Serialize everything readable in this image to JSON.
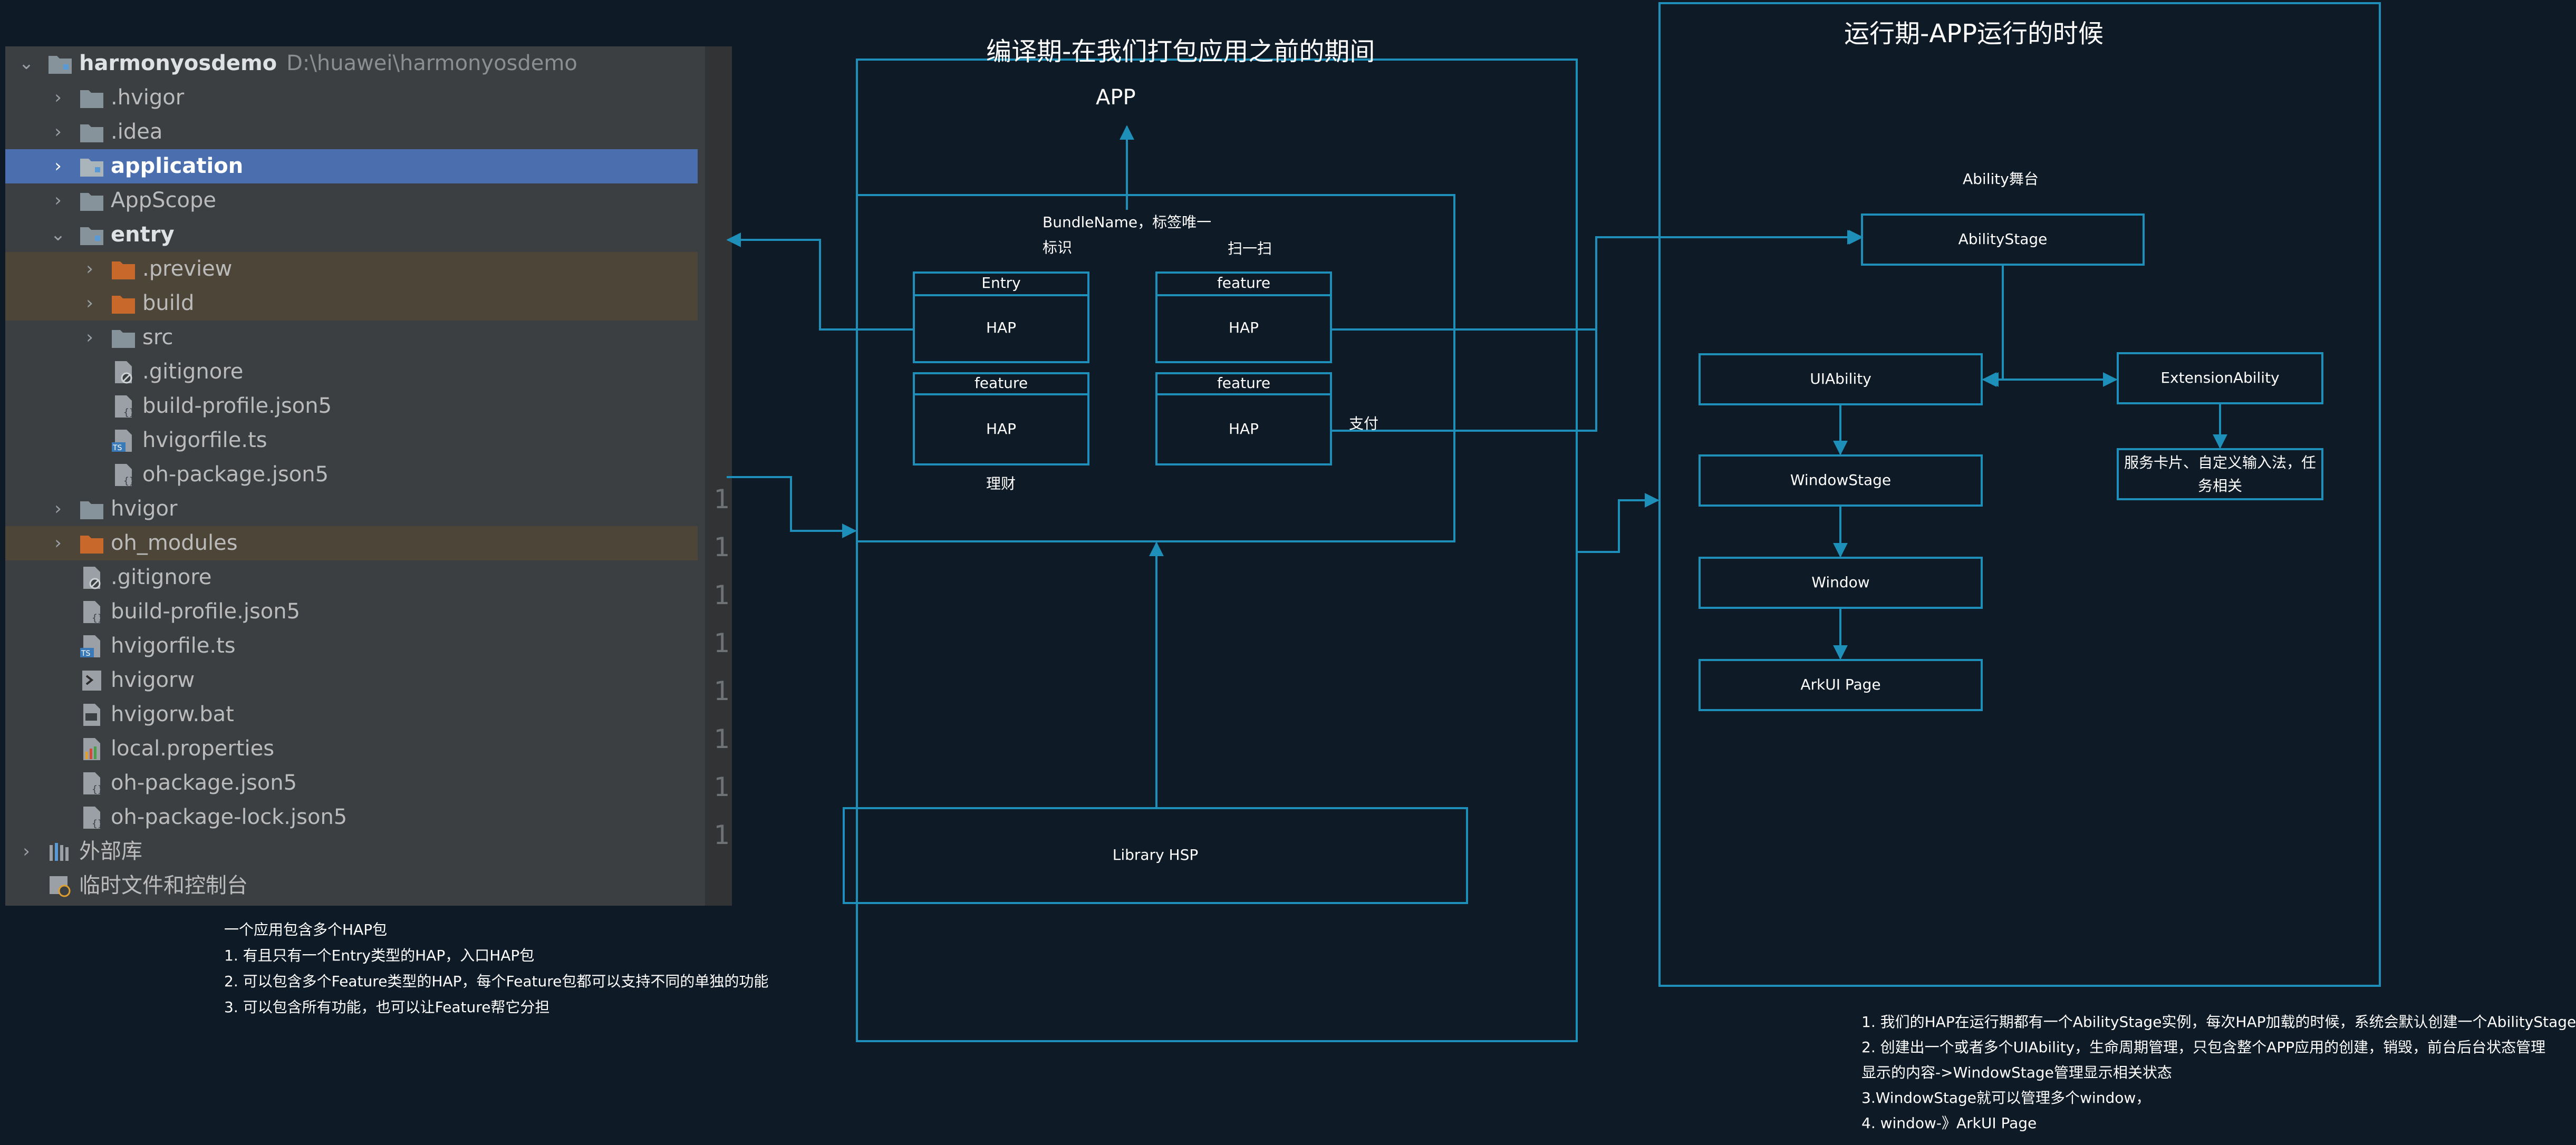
{
  "tree": {
    "root": {
      "name": "harmonyosdemo",
      "path": "D:\\huawei\\harmonyosdemo"
    },
    "items": [
      {
        "label": ".hvigor"
      },
      {
        "label": ".idea"
      },
      {
        "label": "application"
      },
      {
        "label": "AppScope"
      },
      {
        "label": "entry"
      },
      {
        "label": ".preview"
      },
      {
        "label": "build"
      },
      {
        "label": "src"
      },
      {
        "label": ".gitignore"
      },
      {
        "label": "build-profile.json5"
      },
      {
        "label": "hvigorfile.ts"
      },
      {
        "label": "oh-package.json5"
      },
      {
        "label": "hvigor"
      },
      {
        "label": "oh_modules"
      },
      {
        "label": ".gitignore"
      },
      {
        "label": "build-profile.json5"
      },
      {
        "label": "hvigorfile.ts"
      },
      {
        "label": "hvigorw"
      },
      {
        "label": "hvigorw.bat"
      },
      {
        "label": "local.properties"
      },
      {
        "label": "oh-package.json5"
      },
      {
        "label": "oh-package-lock.json5"
      },
      {
        "label": "外部库"
      },
      {
        "label": "临时文件和控制台"
      }
    ],
    "line_numbers": [
      "1",
      "1",
      "1",
      "1",
      "1",
      "1",
      "1",
      "1"
    ],
    "colors": {
      "selected": "#4b6eaf",
      "excluded": "#4d4638",
      "folder": "#87939a",
      "folder_orange": "#c8682b",
      "accent": "#1e8fb8"
    }
  },
  "compile": {
    "title": "编译期-在我们打包应用之前的期间",
    "app_label": "APP",
    "bundle_name_line1": "BundleName，标签唯一",
    "bundle_name_line2": "标识",
    "scan_label": "扫一扫",
    "entry_label": "Entry",
    "feature_label": "feature",
    "hap_label": "HAP",
    "pay_label": "支付",
    "finance_label": "理财",
    "library_label": "Library HSP"
  },
  "runtime": {
    "title": "运行期-APP运行的时候",
    "stage_title": "Ability舞台",
    "ability_stage": "AbilityStage",
    "ui_ability": "UIAbility",
    "extension_ability": "ExtensionAbility",
    "extension_desc_line1": "服务卡片、自定义输入法，任",
    "extension_desc_line2": "务相关",
    "window_stage": "WindowStage",
    "window": "Window",
    "arkui_page": "ArkUI Page"
  },
  "notes_left": [
    "一个应用包含多个HAP包",
    "1. 有且只有一个Entry类型的HAP，入口HAP包",
    "2. 可以包含多个Feature类型的HAP，每个Feature包都可以支持不同的单独的功能",
    "3. 可以包含所有功能，也可以让Feature帮它分担"
  ],
  "notes_right": [
    "1. 我们的HAP在运行期都有一个AbilityStage实例，每次HAP加载的时候，系统会默认创建一个AbilityStage",
    "2. 创建出一个或者多个UIAbility，生命周期管理，只包含整个APP应用的创建，销毁，前台后台状态管理",
    "显示的内容->WindowStage管理显示相关状态",
    "3.WindowStage就可以管理多个window，",
    "4. window-》ArkUI Page"
  ]
}
